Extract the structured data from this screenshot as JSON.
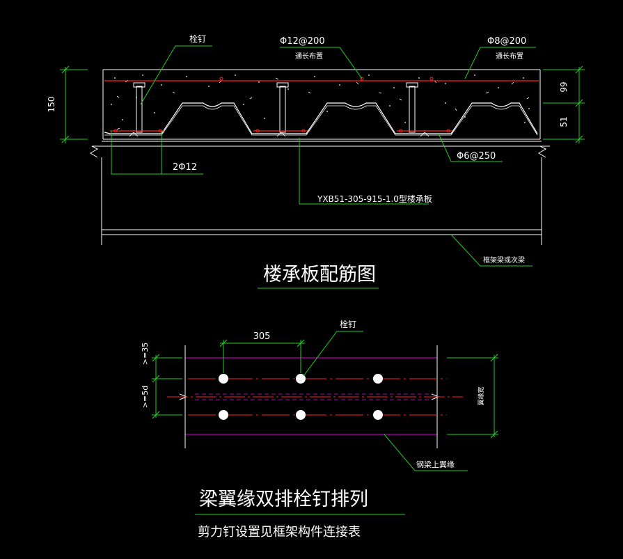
{
  "colors": {
    "background": "#000000",
    "line": "#ffffff",
    "leader": "#22cc22",
    "rebar": "#ff2020",
    "flange": "#b000b0",
    "text": "#ffffff"
  },
  "deck_section": {
    "title": "楼承板配筋图",
    "dim_total": "150",
    "dim_top": "99",
    "dim_bottom": "51",
    "label_stud": "栓钉",
    "label_top_bar": "Φ12@200",
    "label_top_bar_note": "通长布置",
    "label_dist_bar": "Φ8@200",
    "label_dist_bar_note": "通长布置",
    "label_rib_bars": "2Φ12",
    "label_stirrup": "Φ6@250",
    "label_deck": "YXB51-305-915-1.0型楼承板",
    "label_beam": "框架梁或次梁"
  },
  "stud_layout": {
    "title": "梁翼缘双排栓钉排列",
    "note": "剪力钉设置见框架构件连接表",
    "dim_spacing": "305",
    "label_stud": "栓钉",
    "dim_edge": ">=35",
    "dim_row": ">=5d",
    "label_width": "翼缘宽",
    "label_flange": "钢梁上翼缘"
  }
}
